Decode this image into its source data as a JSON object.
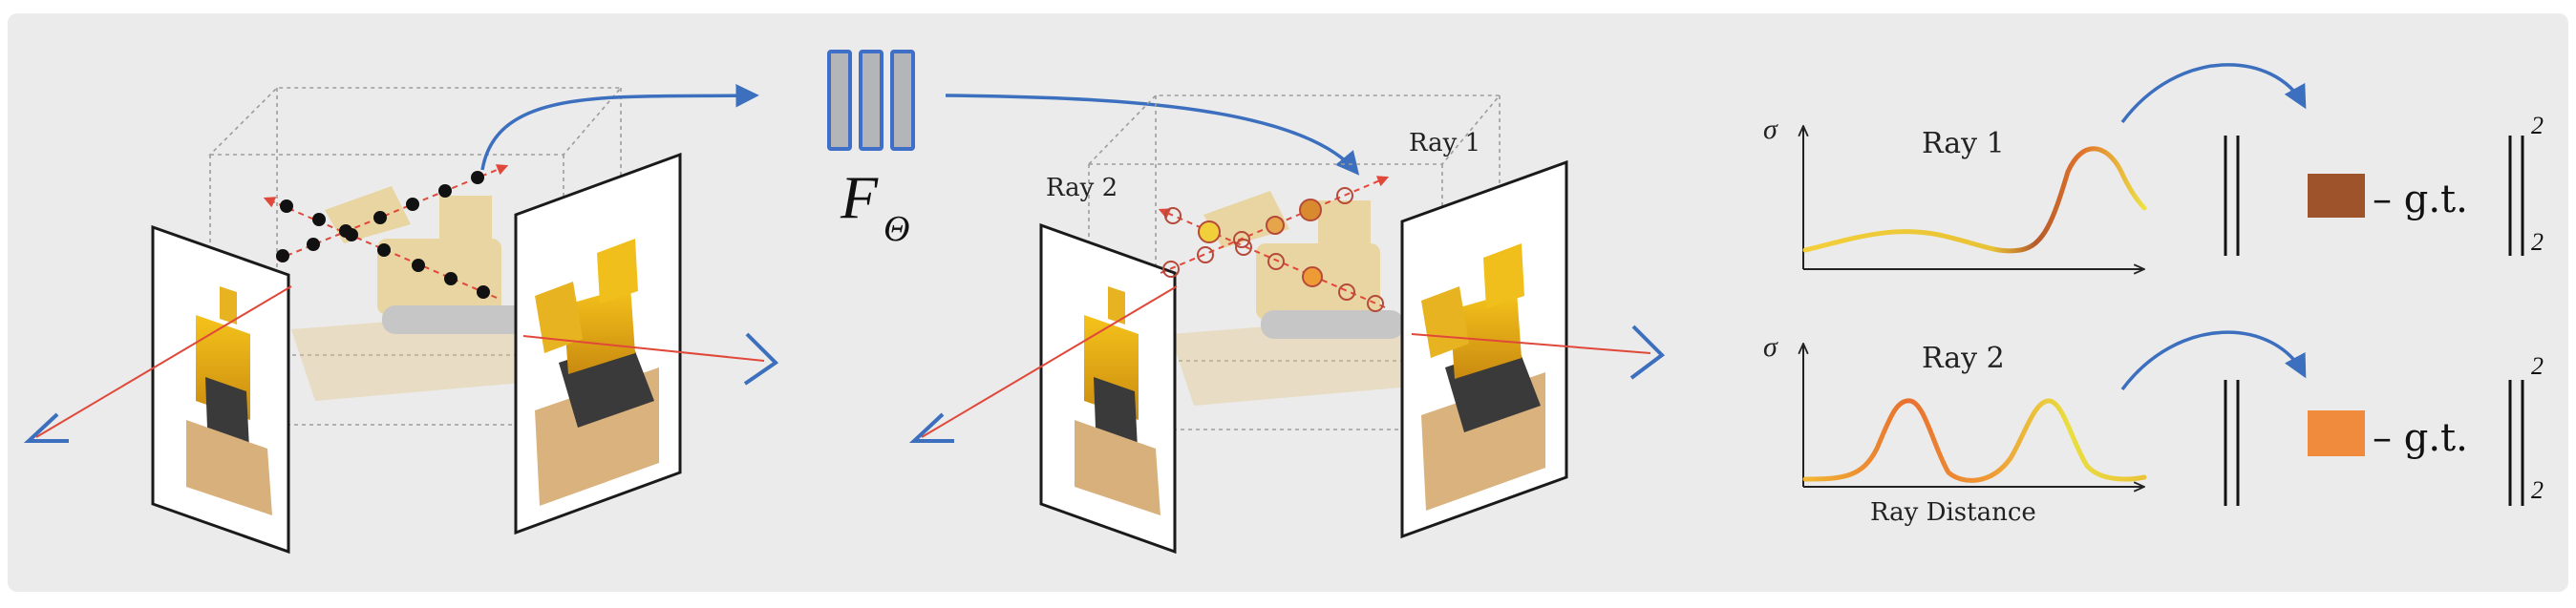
{
  "network": {
    "symbol_main": "F",
    "symbol_sub": "Θ"
  },
  "middle": {
    "ray1_label": "Ray 1",
    "ray2_label": "Ray 2"
  },
  "plots": {
    "sigma_symbol": "σ",
    "top_title": "Ray 1",
    "bottom_title": "Ray 2",
    "x_axis_label": "Ray Distance"
  },
  "loss": {
    "gt_text": "– g.t.",
    "exponent": "2",
    "subscript": "2",
    "top_color": "#9e532b",
    "bottom_color": "#f08a3c"
  },
  "colors": {
    "background": "#ebebeb",
    "arrow_blue": "#3d6fbf",
    "ray_red": "#e0483a",
    "net_fill": "#b3b5b8",
    "net_stroke": "#3f6fc6"
  }
}
